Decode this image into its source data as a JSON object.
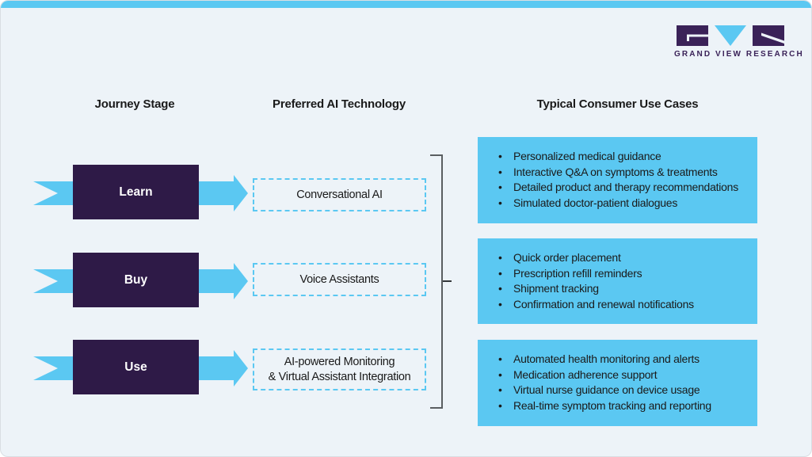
{
  "theme": {
    "cyan": "#5bc8f2",
    "purple": "#2e1a47",
    "logo_purple": "#3a2258",
    "bg": "#edf3f8",
    "ink": "#1a1a1a",
    "bracket": "#5a5e61",
    "card_border": "#d9dee3"
  },
  "logo": {
    "brand": "GRAND VIEW RESEARCH",
    "mark_letters": "GVR"
  },
  "columns": [
    {
      "label": "Journey Stage"
    },
    {
      "label": "Preferred AI Technology"
    },
    {
      "label": "Typical Consumer Use Cases"
    }
  ],
  "rows": [
    {
      "stage": "Learn",
      "technology": "Conversational AI",
      "use_cases": [
        "Personalized medical guidance",
        "Interactive Q&A on symptoms & treatments",
        "Detailed product and therapy recommendations",
        "Simulated doctor-patient dialogues"
      ]
    },
    {
      "stage": "Buy",
      "technology": "Voice Assistants",
      "use_cases": [
        "Quick order placement",
        "Prescription refill reminders",
        "Shipment tracking",
        "Confirmation and renewal notifications"
      ]
    },
    {
      "stage": "Use",
      "technology": "AI-powered Monitoring & Virtual Assistant Integration",
      "technology_lines": [
        "AI-powered Monitoring",
        "& Virtual Assistant Integration"
      ],
      "use_cases": [
        "Automated health monitoring and alerts",
        "Medication adherence support",
        "Virtual nurse guidance on device usage",
        "Real-time symptom tracking and reporting"
      ]
    }
  ],
  "bullet": "•"
}
